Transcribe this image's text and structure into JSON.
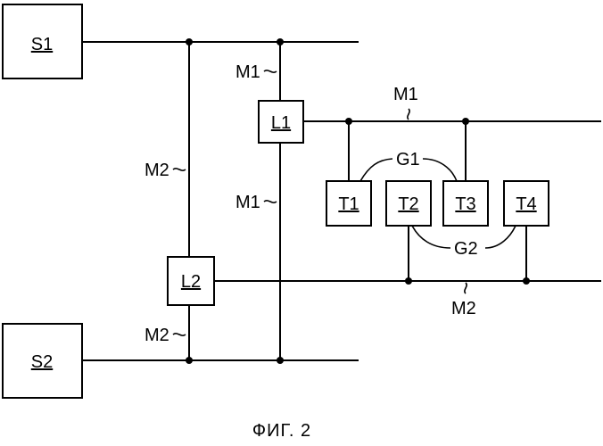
{
  "blocks": {
    "S1": "S1",
    "S2": "S2",
    "L1": "L1",
    "L2": "L2",
    "T1": "T1",
    "T2": "T2",
    "T3": "T3",
    "T4": "T4"
  },
  "wire_labels": {
    "m1_top": "M1",
    "m1_mid": "M1",
    "m1_right": "M1",
    "m2_top": "M2",
    "m2_bottom": "M2",
    "m2_right": "M2",
    "g1": "G1",
    "g2": "G2"
  },
  "caption": "ФИГ. 2"
}
